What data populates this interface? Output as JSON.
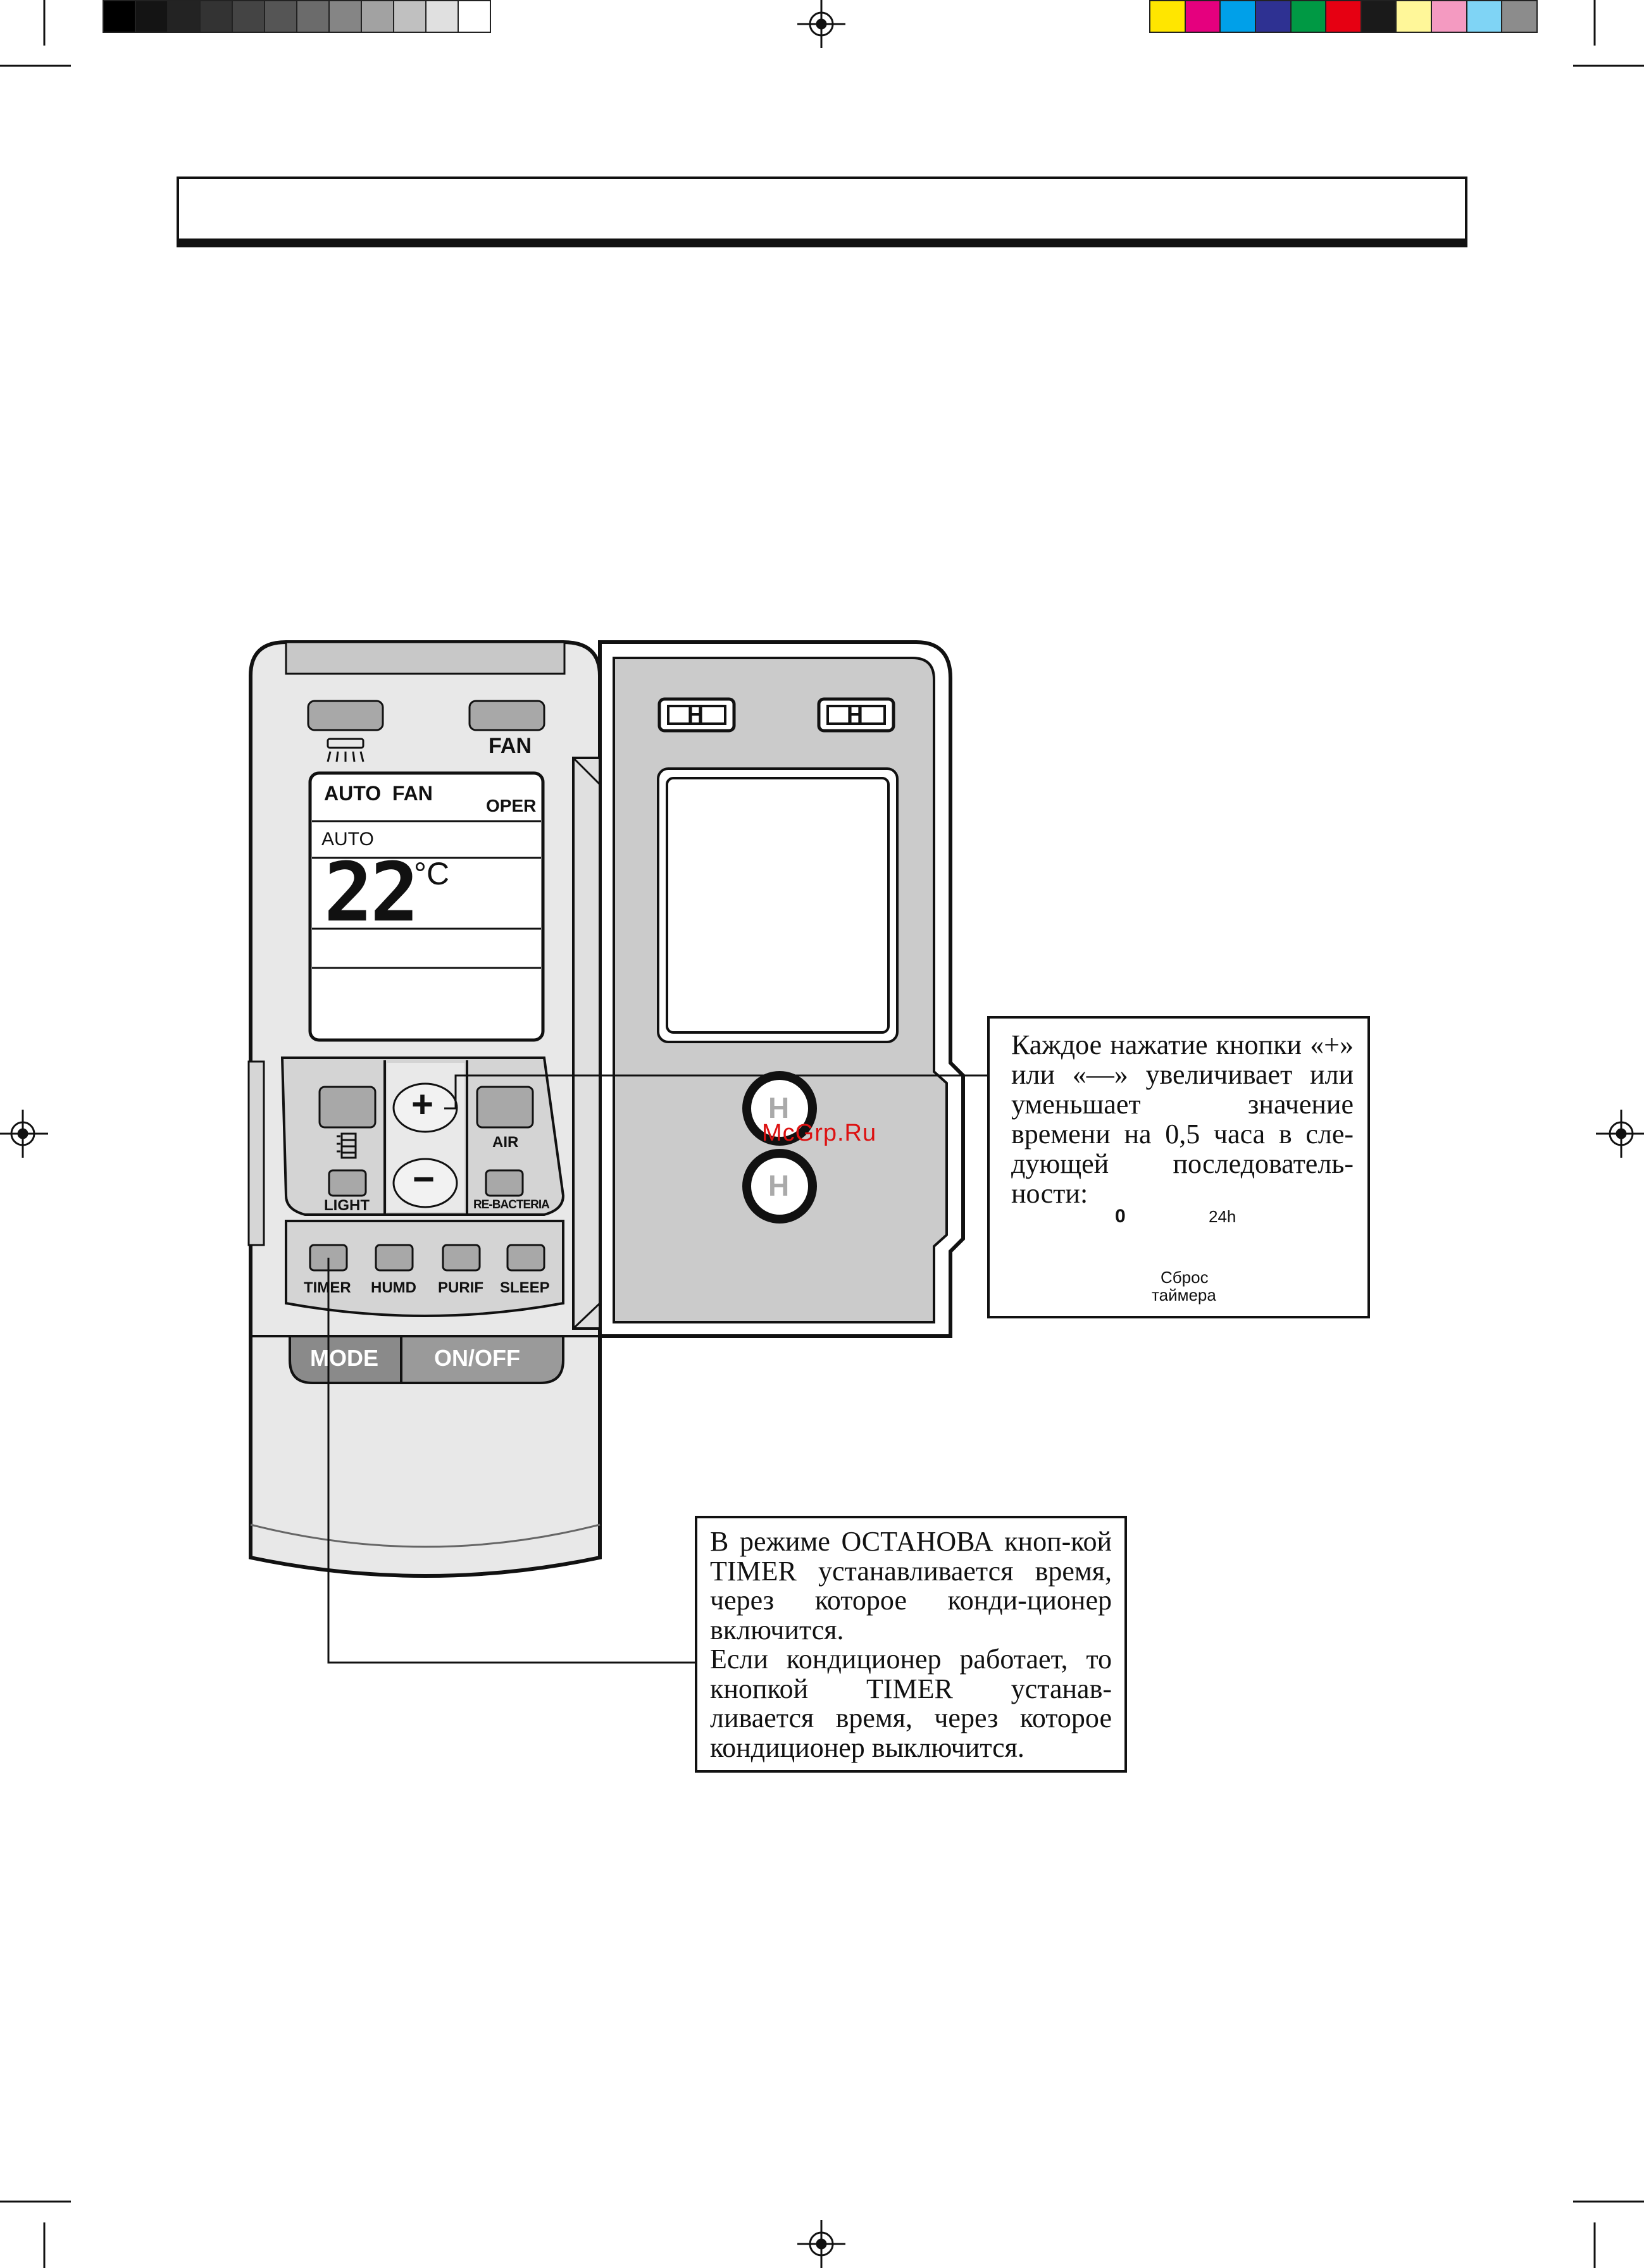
{
  "remote": {
    "fan_label": "FAN",
    "lcd": {
      "mode_line": "AUTO  FAN",
      "oper": "OPER",
      "auto": "AUTO",
      "temperature": "22",
      "unit": "°C"
    },
    "light_label": "LIGHT",
    "air_label": "AIR",
    "rebacteria_label": "RE-BACTERIA",
    "plus_symbol": "+",
    "minus_symbol": "−",
    "bottom_row": [
      "TIMER",
      "HUMD",
      "PURIF",
      "SLEEP"
    ],
    "mode_label": "MODE",
    "onoff_label": "ON/OFF",
    "cover_button_glyph": "H"
  },
  "callout_plus_minus": {
    "text": "Каждое нажатие кнопки «+» или «—» увеличивает или уменьшает значение времени на 0,5 часа в сле-дующей последователь-ности:",
    "seq_start": "0",
    "seq_end": "24h",
    "seq_reset_line1": "Сброс",
    "seq_reset_line2": "таймера"
  },
  "callout_timer": {
    "text1": "В режиме ОСТАНОВА кноп-кой TIMER устанавливается время, через которое конди-ционер включится.",
    "text2": "Если кондиционер работает, то кнопкой TIMER устанав-ливается время, через которое кондиционер выключится."
  },
  "watermark": "McGrp.Ru",
  "colors": {
    "gray_bar": [
      "#000000",
      "#141414",
      "#232323",
      "#333333",
      "#444444",
      "#555555",
      "#6b6b6b",
      "#858585",
      "#a2a2a2",
      "#c0c0c0",
      "#e0e0e0",
      "#ffffff"
    ],
    "color_bar": [
      "#ffe600",
      "#e5007e",
      "#00a0e9",
      "#2e3192",
      "#009944",
      "#e60012",
      "#1a1a1a",
      "#fff799",
      "#f49ac1",
      "#7fd4f5",
      "#8c8c8c"
    ],
    "remote_body": "#e6e6e6",
    "button_gray": "#9e9e9e",
    "panel_gray": "#c8c8c8"
  }
}
